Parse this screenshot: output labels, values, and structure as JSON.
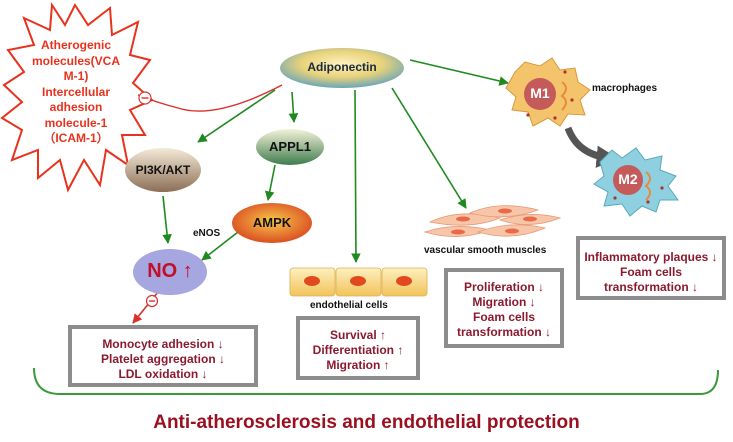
{
  "nodes": {
    "adiponectin": "Adiponectin",
    "appl1": "APPL1",
    "pi3k": "PI3K/AKT",
    "ampk": "AMPK",
    "enos": "eNOS",
    "no": "NO",
    "no_arrow": "↑",
    "m1": "M1",
    "m2": "M2",
    "macrophages": "macrophages",
    "endothelial_cells": "endothelial cells",
    "vsm": "vascular smooth muscles",
    "inhibit_symbol": "⊖"
  },
  "atherogenic": {
    "lines": [
      "Atherogenic",
      "molecules(VCA",
      "M-1)",
      "Intercellular",
      "adhesion",
      "molecule-1",
      "（ICAM-1）"
    ]
  },
  "boxes": {
    "no_effects": [
      "Monocyte adhesion ↓",
      "Platelet aggregation ↓",
      "LDL oxidation ↓"
    ],
    "endothelial_effects": [
      "Survival ↑",
      "Differentiation ↑",
      "Migration ↑"
    ],
    "vsm_effects": [
      "Proliferation ↓",
      "Migration ↓",
      "Foam cells",
      "transformation ↓"
    ],
    "macrophage_effects": [
      "Inflammatory plaques ↓",
      "Foam cells",
      "transformation ↓"
    ]
  },
  "footer": {
    "title": "Anti-atherosclerosis and endothelial protection"
  },
  "colors": {
    "arrow_green": "#1f8a1f",
    "inhibit_red": "#d9302c",
    "text_dark_red": "#8b1a2e",
    "box_border": "#8c8c8c",
    "bracket_green": "#3a9a3a"
  }
}
